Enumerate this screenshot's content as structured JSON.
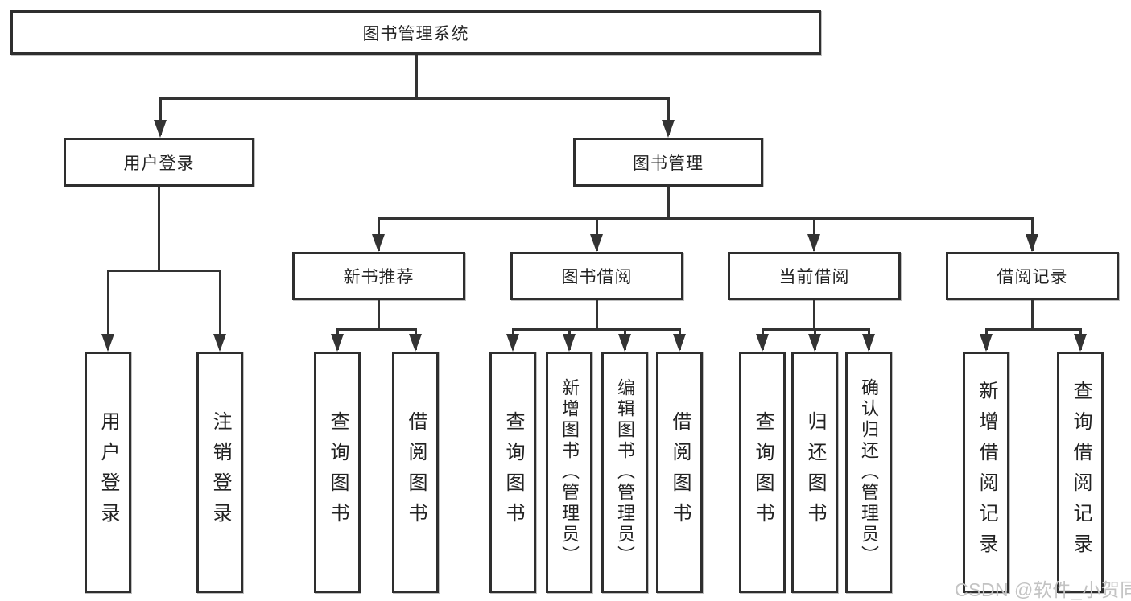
{
  "colors": {
    "background": "#ffffff",
    "line": "#333333",
    "box_border": "#2e2e2e",
    "text": "#222222",
    "watermark": "#c3c3c3"
  },
  "tree": {
    "root": {
      "label": "图书管理系统"
    },
    "branches": [
      {
        "label": "用户登录",
        "children": [
          {
            "label": "用户登录"
          },
          {
            "label": "注销登录"
          }
        ]
      },
      {
        "label": "图书管理",
        "children": [
          {
            "label": "新书推荐",
            "children": [
              {
                "label": "查询图书"
              },
              {
                "label": "借阅图书"
              }
            ]
          },
          {
            "label": "图书借阅",
            "children": [
              {
                "label": "查询图书"
              },
              {
                "label": "新增图书（管理员）"
              },
              {
                "label": "编辑图书（管理员）"
              },
              {
                "label": "借阅图书"
              }
            ]
          },
          {
            "label": "当前借阅",
            "children": [
              {
                "label": "查询图书"
              },
              {
                "label": "归还图书"
              },
              {
                "label": "确认归还（管理员）"
              }
            ]
          },
          {
            "label": "借阅记录",
            "children": [
              {
                "label": "新增借阅记录"
              },
              {
                "label": "查询借阅记录"
              }
            ]
          }
        ]
      }
    ]
  },
  "watermark": {
    "text": "CSDN @软件_小贺同学"
  }
}
